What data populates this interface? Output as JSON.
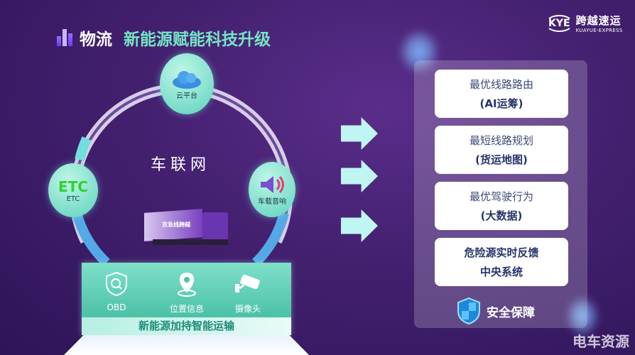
{
  "title": {
    "prefix": "物流",
    "main": "新能源赋能科技升级"
  },
  "logo": {
    "mark": "KYE",
    "name_cn": "跨越速运",
    "name_en": "KUAYUE-EXPRESS"
  },
  "ring": {
    "label": "车联网",
    "nodes": [
      {
        "label": "云平台",
        "icon": "cloud-icon"
      },
      {
        "label": "ETC",
        "badge": "ETC",
        "icon": "etc-icon"
      },
      {
        "label": "车载音响",
        "icon": "speaker-icon"
      }
    ]
  },
  "truck": {
    "slogan": "京急线跨越"
  },
  "platform": {
    "items": [
      {
        "label": "OBD",
        "icon": "shield-search-icon"
      },
      {
        "label": "位置信息",
        "icon": "location-pin-icon"
      },
      {
        "label": "摄像头",
        "icon": "camera-icon"
      }
    ],
    "caption": "新能源加持智能运输"
  },
  "cards": [
    {
      "line1": "最优线路路由",
      "line2": "(AI运筹)"
    },
    {
      "line1": "最短线路规划",
      "line2": "(货运地图)"
    },
    {
      "line1": "最优驾驶行为",
      "line2": "(大数据)"
    },
    {
      "line1": "危险源实时反馈",
      "line2": "中央系统"
    }
  ],
  "safety": {
    "label": "安全保障",
    "icon": "shield-icon"
  },
  "watermark": "电车资源",
  "colors": {
    "bg": "#43206f",
    "accent": "#74e6c4",
    "card_text": "#26336b"
  }
}
